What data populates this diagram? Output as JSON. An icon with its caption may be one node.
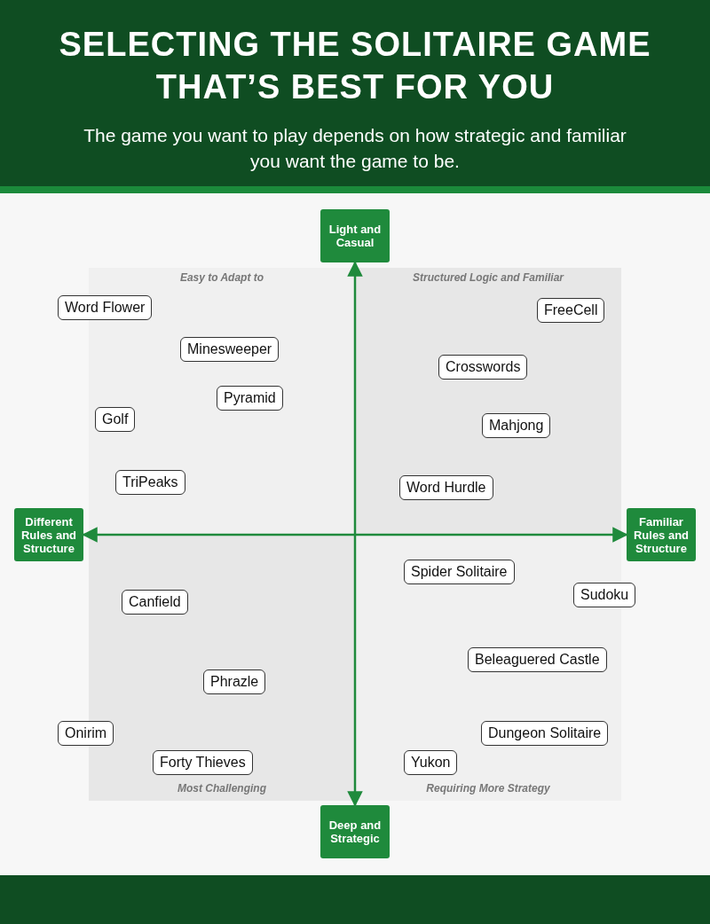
{
  "diagram": {
    "title": "SELECTING THE SOLITAIRE GAME THAT’S BEST FOR YOU",
    "nodes": [
      {
        "text": [
          "Light and Casual"
        ]
      },
      {
        "text": [
          "Different Rules and Structure"
        ]
      },
      {
        "text": [
          "Familiar Rules and Structure"
        ]
      },
      {
        "text": [
          "Deep and Strategic"
        ]
      },
      {
        "text": [
          "Word Flower"
        ]
      },
      {
        "text": [
          "Minesweeper"
        ]
      },
      {
        "text": [
          "Pyramid"
        ]
      },
      {
        "text": [
          "Golf"
        ]
      },
      {
        "text": [
          "TriPeaks"
        ]
      },
      {
        "text": [
          "FreeCell"
        ]
      },
      {
        "text": [
          "Crosswords"
        ]
      },
      {
        "text": [
          "Mahjong"
        ]
      },
      {
        "text": [
          "Word Hurdle"
        ]
      },
      {
        "text": [
          "Spider Solitaire"
        ]
      },
      {
        "text": [
          "Sudoku"
        ]
      },
      {
        "text": [
          "Canfield"
        ]
      },
      {
        "text": [
          "Beleaguered Castle"
        ]
      },
      {
        "text": [
          "Phrazle"
        ]
      },
      {
        "text": [
          "Onirim"
        ]
      },
      {
        "text": [
          "Dungeon Solitaire"
        ]
      },
      {
        "text": [
          "Forty Thieves"
        ]
      },
      {
        "text": [
          "Yukon"
        ]
      }
    ],
    "edges": [
      {
        "from": 0,
        "to": 3,
        "arrow": "both"
      },
      {
        "from": 1,
        "to": 2,
        "arrow": "both"
      }
    ],
    "labels": [
      "The game you want to play depends on how strategic and familiar you want the game to be.",
      "Easy to Adapt to",
      "Structured Logic and Familiar",
      "Most Challenging",
      "Requiring More Strategy"
    ]
  }
}
